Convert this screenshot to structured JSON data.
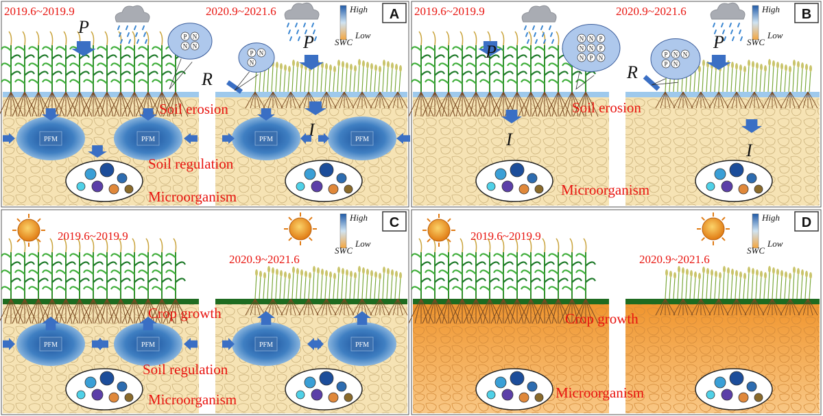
{
  "panels": [
    {
      "id": "A",
      "rain": true,
      "dry": false,
      "period_left": "2019.6~2019.9",
      "period_right": "2020.9~2021.6",
      "symbol_P": "P",
      "symbol_R": "R",
      "symbol_I": "I",
      "pfm_label": "PFM",
      "labels": [
        "Soil erosion",
        "Soil regulation",
        "Microorganism"
      ],
      "legend": {
        "high": "High",
        "low": "Low",
        "swc": "SWC"
      },
      "nutrients": [
        "P",
        "N",
        "N",
        "N",
        "P"
      ]
    },
    {
      "id": "B",
      "rain": true,
      "dry": false,
      "period_left": "2019.6~2019.9",
      "period_right": "2020.9~2021.6",
      "symbol_P": "P",
      "symbol_R": "R",
      "symbol_I": "I",
      "labels": [
        "Soil erosion",
        "Microorganism"
      ],
      "legend": {
        "high": "High",
        "low": "Low",
        "swc": "SWC"
      },
      "nutrients": [
        "N",
        "N",
        "P",
        "N",
        "N",
        "P",
        "N",
        "P",
        "N"
      ]
    },
    {
      "id": "C",
      "rain": false,
      "dry": false,
      "period_left": "2019.6~2019.9",
      "period_right": "2020.9~2021.6",
      "pfm_label": "PFM",
      "labels": [
        "Crop growth",
        "Soil regulation",
        "Microorganism"
      ],
      "legend": {
        "high": "High",
        "low": "Low",
        "swc": "SWC"
      }
    },
    {
      "id": "D",
      "rain": false,
      "dry": true,
      "period_left": "2019.6~2019.9",
      "period_right": "2020.9~2021.6",
      "labels": [
        "Crop growth",
        "Microorganism"
      ],
      "legend": {
        "high": "High",
        "low": "Low",
        "swc": "SWC"
      }
    }
  ],
  "colors": {
    "soil": "#f6e3b4",
    "soil_dry": "#f2a94a",
    "pfm": "#2f6fb3",
    "arrow": "#3a6fc4",
    "label_red": "#e8140f",
    "crop_green": "#1f7a2a",
    "wheat": "#c9c46a"
  }
}
